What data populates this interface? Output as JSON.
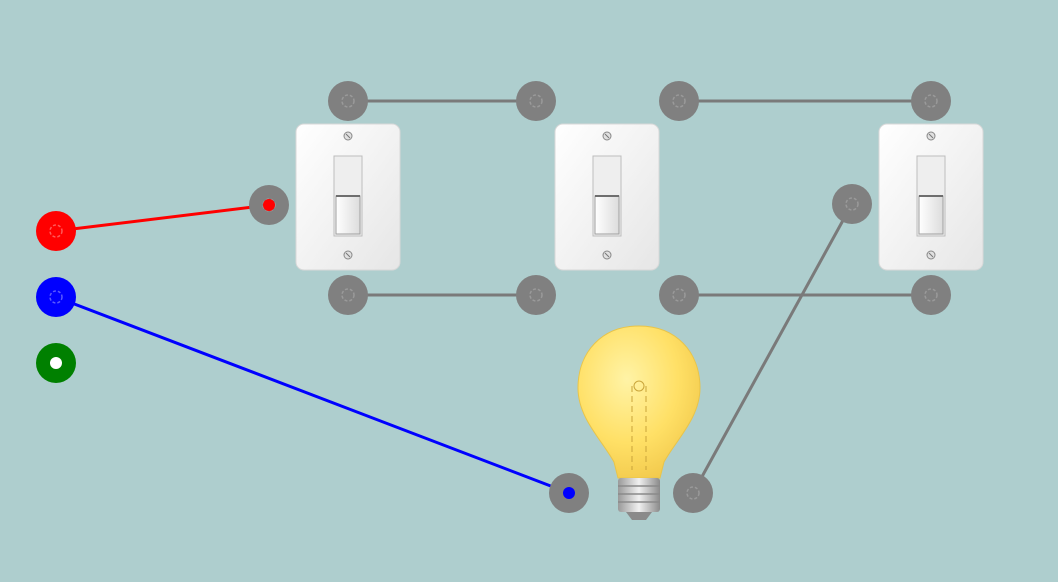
{
  "colors": {
    "background": "#aecece",
    "terminal": "#808080",
    "terminal_ring": "#9a9a9a",
    "jumper_wire": "#7a7a7a",
    "source_red": "#ff0000",
    "source_blue": "#0000ff",
    "source_green": "#008000",
    "switch_plate": "#f7f7f7",
    "bulb_glass": "#ffe066"
  },
  "power_sources": [
    {
      "name": "red-source-terminal",
      "color": "#ff0000"
    },
    {
      "name": "blue-source-terminal",
      "color": "#0000ff"
    },
    {
      "name": "green-source-terminal",
      "color": "#008000"
    }
  ],
  "switches": [
    {
      "name": "light-switch-1",
      "toggle_state": "down"
    },
    {
      "name": "light-switch-2",
      "toggle_state": "down"
    },
    {
      "name": "light-switch-3",
      "toggle_state": "down"
    }
  ],
  "bulb": {
    "name": "light-bulb",
    "lit": false
  },
  "wires": [
    {
      "from": "red-source-terminal",
      "to": "switch-1-common-terminal",
      "color": "#ff0000"
    },
    {
      "from": "blue-source-terminal",
      "to": "bulb-left-terminal",
      "color": "#0000ff"
    },
    {
      "from": "bulb-right-terminal",
      "to": "switch-3-common-terminal",
      "color": "#7a7a7a"
    },
    {
      "from": "switch-1-top-terminal",
      "to": "switch-2-top-left-terminal",
      "color": "#7a7a7a"
    },
    {
      "from": "switch-2-top-right-terminal",
      "to": "switch-3-top-terminal",
      "color": "#7a7a7a"
    },
    {
      "from": "switch-1-bottom-terminal",
      "to": "switch-2-bottom-left-terminal",
      "color": "#7a7a7a"
    },
    {
      "from": "switch-2-bottom-right-terminal",
      "to": "switch-3-bottom-terminal",
      "color": "#7a7a7a"
    }
  ]
}
